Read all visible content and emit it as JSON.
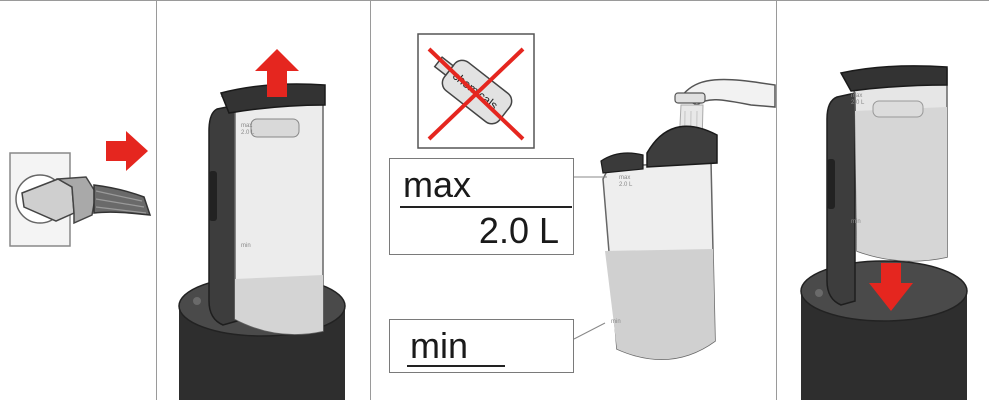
{
  "steps": [
    {
      "id": 1,
      "icons": [
        "wall-socket-icon",
        "plug-icon",
        "arrow-right-icon"
      ]
    },
    {
      "id": 2,
      "icons": [
        "water-tank-icon",
        "arrow-up-icon"
      ]
    },
    {
      "id": 3,
      "icons": [
        "no-chemicals-icon",
        "faucet-icon",
        "water-tank-icon"
      ]
    },
    {
      "id": 4,
      "icons": [
        "water-tank-icon",
        "arrow-down-icon"
      ]
    }
  ],
  "chemicals_warning": {
    "text": "chemicals"
  },
  "fill_labels": {
    "max": "max",
    "volume": "2.0 L",
    "min": "min"
  },
  "tank_marks": {
    "max": "max",
    "volume": "2.0 L",
    "min": "min"
  },
  "colors": {
    "arrow": "#e5261f",
    "tank_body": "#3d3d3d",
    "water": "#cfcfcf",
    "panel_border": "#9a9a9a"
  }
}
